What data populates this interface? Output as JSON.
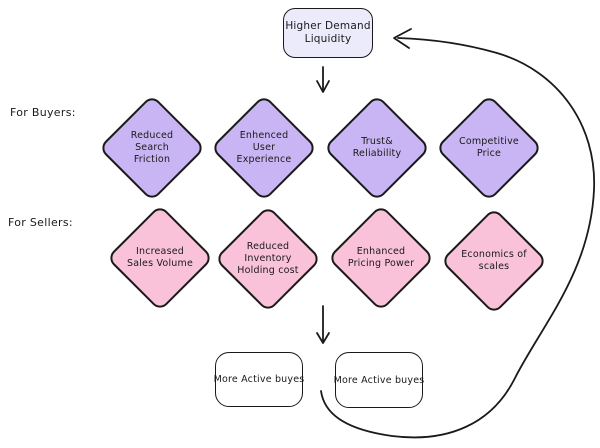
{
  "canvas": {
    "background": "#ffffff"
  },
  "colors": {
    "canvas_bg": "#ffffff",
    "stroke": "#1a1a1a",
    "buyer_fill": "#c9b5f3",
    "seller_fill": "#f9c2d8",
    "root_fill": "#ecebfb",
    "terminal_fill": "#ffffff"
  },
  "root": {
    "lines": [
      "Higher Demand",
      "Liquidity"
    ]
  },
  "row_labels": {
    "buyers": "For Buyers:",
    "sellers": "For Sellers:"
  },
  "buyers": [
    {
      "lines": [
        "Reduced",
        "Search",
        "Friction"
      ]
    },
    {
      "lines": [
        "Enhenced",
        "User",
        "Experience"
      ]
    },
    {
      "lines": [
        "Trust&",
        "Reliability"
      ]
    },
    {
      "lines": [
        "Competitive",
        "Price"
      ]
    }
  ],
  "sellers": [
    {
      "lines": [
        "Increased",
        "Sales Volume"
      ]
    },
    {
      "lines": [
        "Reduced",
        "Inventory",
        "Holding cost"
      ]
    },
    {
      "lines": [
        "Enhanced",
        "Pricing Power"
      ]
    },
    {
      "lines": [
        "Economics of",
        "scales"
      ]
    }
  ],
  "terminals": [
    {
      "label": "More Active buyes"
    },
    {
      "label": "More Active buyes"
    }
  ]
}
